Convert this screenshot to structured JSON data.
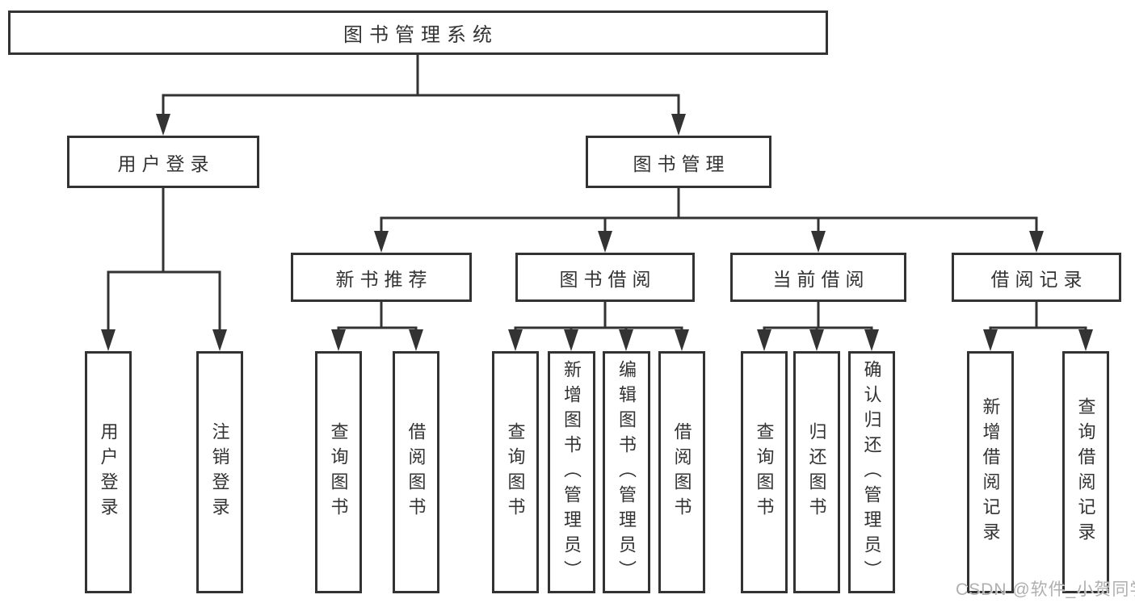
{
  "diagram": {
    "root": "图书管理系统",
    "branches": [
      {
        "label": "用户登录",
        "leaves": [
          "用户登录",
          "注销登录"
        ]
      },
      {
        "label": "图书管理",
        "sections": [
          {
            "label": "新书推荐",
            "leaves": [
              "查询图书",
              "借阅图书"
            ]
          },
          {
            "label": "图书借阅",
            "leaves": [
              "查询图书",
              "新增图书（管理员）",
              "编辑图书（管理员）",
              "借阅图书"
            ]
          },
          {
            "label": "当前借阅",
            "leaves": [
              "查询图书",
              "归还图书",
              "确认归还（管理员）"
            ]
          },
          {
            "label": "借阅记录",
            "leaves": [
              "新增借阅记录",
              "查询借阅记录"
            ]
          }
        ]
      }
    ]
  },
  "watermark": "CSDN @软件_小贺同学",
  "colors": {
    "line": "#333333",
    "text": "#333333",
    "background": "#ffffff",
    "watermark": "#afafaf"
  }
}
